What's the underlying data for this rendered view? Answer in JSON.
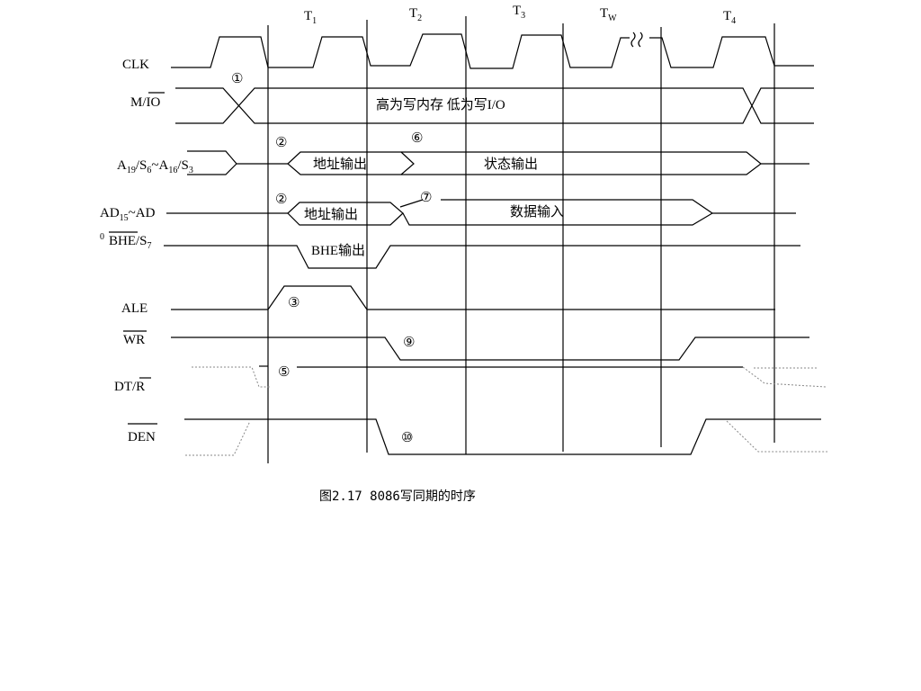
{
  "states": [
    "T1",
    "T2",
    "T3",
    "TW",
    "T4"
  ],
  "signals": {
    "clk": "CLK",
    "mio": "M/IO",
    "addr_high": "A19/S6~A16/S3",
    "ad": "AD15~AD",
    "bhe_prefix": "0",
    "bhe": "BHE/S7",
    "ale": "ALE",
    "wr": "WR",
    "dtr": "DT/R",
    "den": "DEN"
  },
  "annotations": {
    "mio": "高为写内存  低为写I/O",
    "addr_out_1": "地址输出",
    "status_out": "状态输出",
    "addr_out_2": "地址输出",
    "data_in": "数据输入",
    "bhe_out": "BHE输出"
  },
  "markers": [
    "①",
    "②",
    "②",
    "③",
    "⑤",
    "⑥",
    "⑦",
    "⑨",
    "⑩"
  ],
  "caption": "图2.17 8086写同期的时序"
}
